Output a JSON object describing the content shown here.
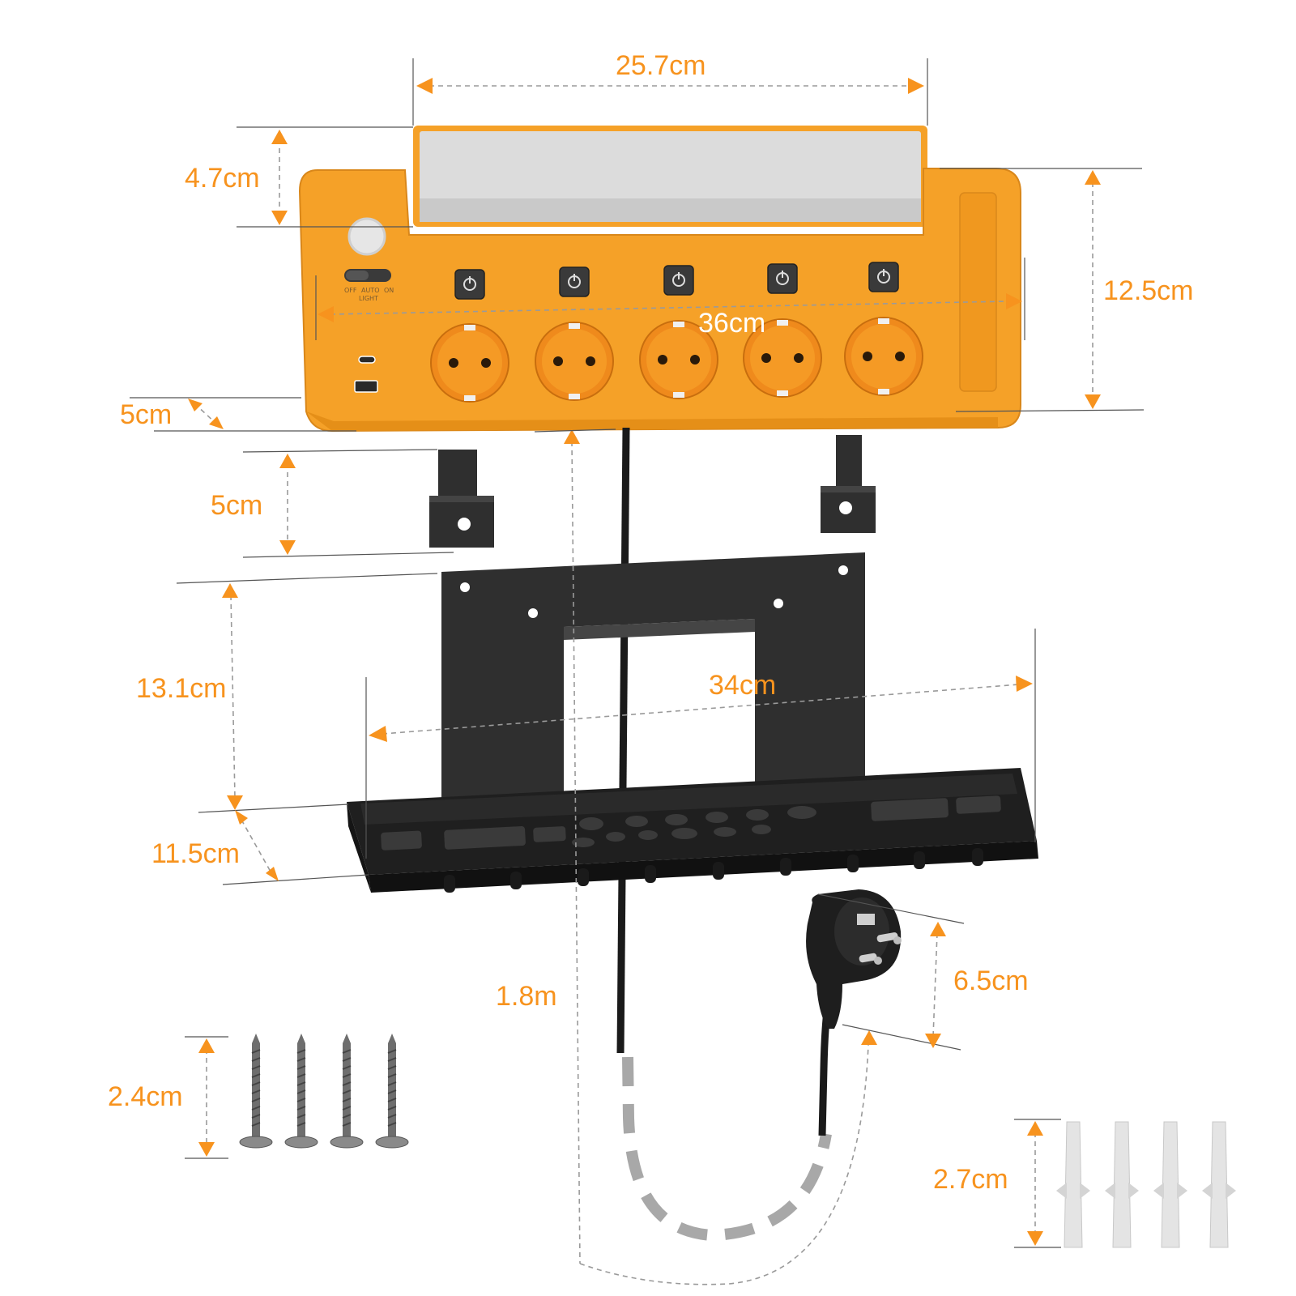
{
  "dimensions": {
    "lamp_width": "25.7cm",
    "lamp_height": "4.7cm",
    "strip_height": "12.5cm",
    "strip_width": "36cm",
    "strip_depth": "5cm",
    "clip_height": "5cm",
    "bracket_height": "13.1cm",
    "shelf_width": "34cm",
    "shelf_depth": "11.5cm",
    "cable_length": "1.8m",
    "plug_length": "6.5cm",
    "screw_length": "2.4cm",
    "anchor_length": "2.7cm"
  },
  "switch_labels": {
    "off": "OFF",
    "auto": "AUTO",
    "on": "ON",
    "light": "LIGHT"
  },
  "colors": {
    "orange": "#f7931e",
    "body_orange": "#f5a128",
    "dark_metal": "#2f2f2f",
    "lamp_panel": "#dcdcdc"
  },
  "icons": {
    "power_button": "power-icon",
    "motion_sensor": "motion-sensor-icon",
    "usb_c": "usb-c-port-icon",
    "usb_a": "usb-a-port-icon"
  }
}
